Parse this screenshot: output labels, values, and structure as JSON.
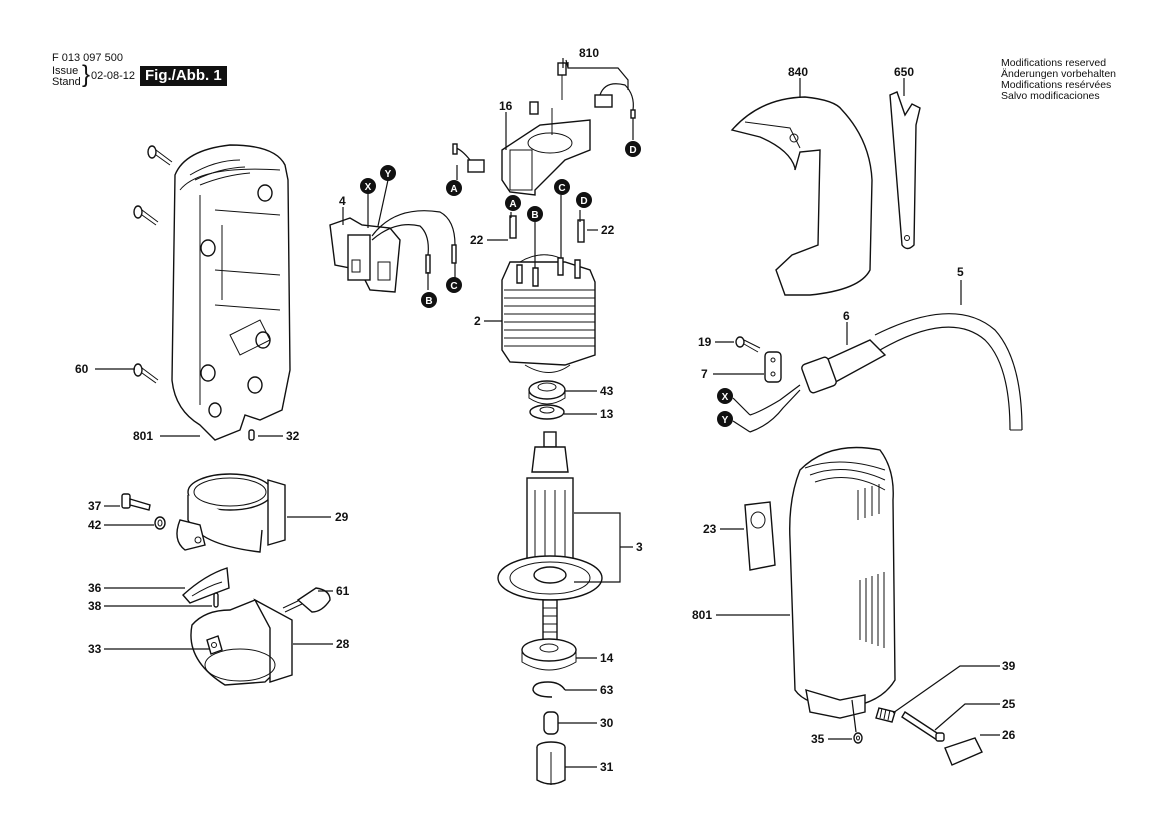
{
  "header": {
    "doc_code": "F 013 097 500",
    "issue_label_1": "Issue",
    "issue_label_2": "Stand",
    "issue_date": "02-08-12",
    "figure_label": "Fig./Abb. 1"
  },
  "modifications_notice": [
    "Modifications reserved",
    "Änderungen vorbehalten",
    "Modifications resérvées",
    "Salvo modificaciones"
  ],
  "part_labels": {
    "p810": "810",
    "p16": "16",
    "p840": "840",
    "p650": "650",
    "p4": "4",
    "p22a": "22",
    "p22b": "22",
    "p2": "2",
    "p43": "43",
    "p13": "13",
    "p60": "60",
    "p801_left": "801",
    "p32": "32",
    "p37": "37",
    "p42": "42",
    "p29": "29",
    "p3": "3",
    "p36": "36",
    "p38": "38",
    "p61": "61",
    "p33": "33",
    "p28": "28",
    "p14": "14",
    "p63": "63",
    "p30": "30",
    "p31": "31",
    "p5": "5",
    "p6": "6",
    "p19": "19",
    "p7": "7",
    "p23": "23",
    "p801_right": "801",
    "p39": "39",
    "p25": "25",
    "p35": "35",
    "p26": "26"
  },
  "connection_markers": {
    "x_switch": "X",
    "y_switch": "Y",
    "a_brush": "A",
    "d_brush": "D",
    "b_switch": "B",
    "c_switch": "C",
    "a_stator": "A",
    "b_stator": "B",
    "c_stator": "C",
    "d_stator": "D",
    "x_cable": "X",
    "y_cable": "Y"
  }
}
